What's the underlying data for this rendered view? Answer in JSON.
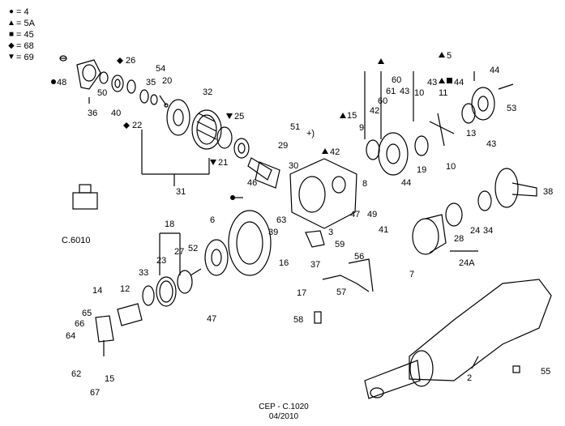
{
  "legend": [
    {
      "symbol": "circle",
      "value": "4"
    },
    {
      "symbol": "triangle-up",
      "value": "5A"
    },
    {
      "symbol": "square",
      "value": "45"
    },
    {
      "symbol": "diamond",
      "value": "68"
    },
    {
      "symbol": "triangle-down",
      "value": "69"
    }
  ],
  "labels": {
    "p48": "48",
    "p50": "50",
    "p36": "36",
    "p40": "40",
    "p26": "26",
    "p54": "54",
    "p35": "35",
    "p20": "20",
    "p22": "22",
    "p32": "32",
    "p25": "25",
    "p21": "21",
    "p31": "31",
    "p51": "51",
    "p51b": "+)",
    "p29": "29",
    "p30": "30",
    "p46": "46",
    "p15": "15",
    "p42": "42",
    "p9": "9",
    "p42b": "42",
    "p60a": "60",
    "p61": "61",
    "p60b": "60",
    "p43": "43",
    "p5": "5",
    "p43b": "43",
    "p11": "11",
    "p44a": "44",
    "p44b": "44",
    "p53": "53",
    "p10a": "10",
    "p13": "13",
    "p43c": "43",
    "p8": "8",
    "p19": "19",
    "p10b": "10",
    "p44c": "44",
    "p38": "38",
    "p47a": "47",
    "p49": "49",
    "p3": "3",
    "p41": "41",
    "p63": "63",
    "p39": "39",
    "p6": "6",
    "p18": "18",
    "p23": "23",
    "p27": "27",
    "p52": "52",
    "p33": "33",
    "p12": "12",
    "p14": "14",
    "p65": "65",
    "p66": "66",
    "p64": "64",
    "p62": "62",
    "p67": "67",
    "p15b": "15",
    "p47b": "47",
    "p16": "16",
    "p17": "17",
    "p37": "37",
    "p59": "59",
    "p56": "56",
    "p57": "57",
    "p58": "58",
    "p7": "7",
    "p28": "28",
    "p24": "24",
    "p34": "34",
    "p24a": "24A",
    "p2": "2",
    "p55": "55",
    "c6010": "C.6010"
  },
  "footer": {
    "code": "CEP - C.1020",
    "date": "04/2010"
  }
}
